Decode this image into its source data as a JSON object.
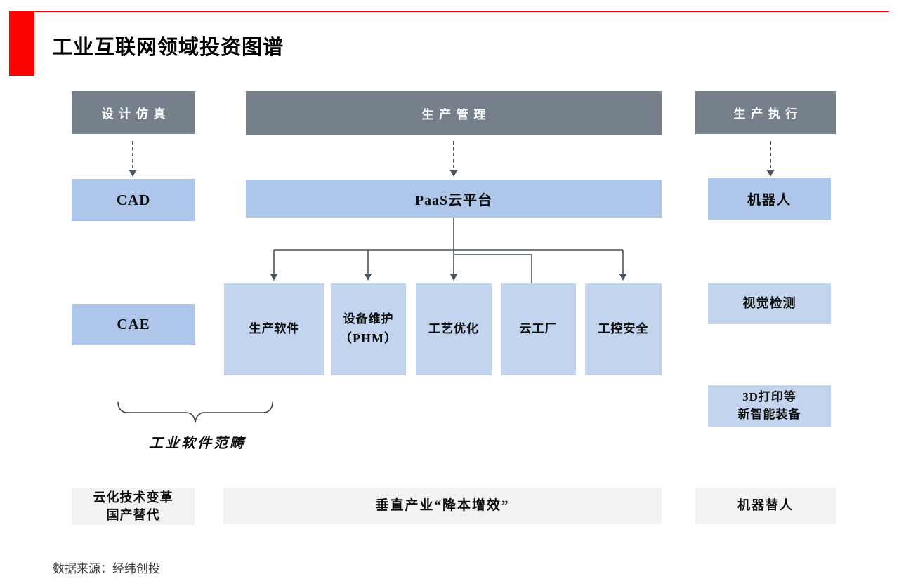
{
  "title": "工业互联网领域投资图谱",
  "footer": {
    "source": "数据来源：经纬创投"
  },
  "colors": {
    "header_gray": "#76808A",
    "box_blue": "#ADC6E9",
    "box_blue_light": "#C3D5EE",
    "box_gray_light": "#F2F2F2",
    "accent_red": "#FA0202",
    "connector": "#49535D"
  },
  "headers": [
    {
      "label": "设计仿真"
    },
    {
      "label": "生产管理"
    },
    {
      "label": "生产执行"
    }
  ],
  "nodes": {
    "cad": "CAD",
    "cae": "CAE",
    "paas": "PaaS云平台",
    "robot": "机器人",
    "vision": "视觉检测",
    "printing_line1": "3D打印等",
    "printing_line2": "新智能装备",
    "children": [
      {
        "line1": "生产软件"
      },
      {
        "line1": "设备维护",
        "line2": "（PHM）"
      },
      {
        "line1": "工艺优化"
      },
      {
        "line1": "云工厂"
      },
      {
        "line1": "工控安全"
      }
    ],
    "brace_label": "工业软件范畴"
  },
  "bottom_row": [
    {
      "line1": "云化技术变革",
      "line2": "国产替代"
    },
    {
      "line1": "垂直产业“降本增效”"
    },
    {
      "line1": "机器替人"
    }
  ]
}
